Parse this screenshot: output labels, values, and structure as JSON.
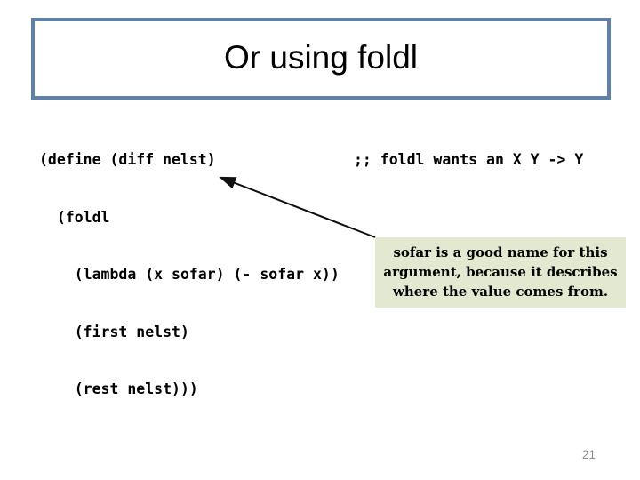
{
  "slide": {
    "title": "Or using foldl",
    "page_number": "21"
  },
  "code": {
    "lines": [
      "(define (diff nelst)",
      "  (foldl",
      "    (lambda (x sofar) (- sofar x))",
      "    (first nelst)",
      "    (rest nelst)))"
    ],
    "comment": ";; foldl wants an X Y -> Y"
  },
  "callout": {
    "lines": [
      "sofar is a good name for this",
      "argument, because it describes",
      "where the value comes from."
    ]
  },
  "colors": {
    "title_border": "#5e81a5",
    "callout_background": "#e3e8d0",
    "arrow": "#111111",
    "page_number": "#8c8c8c",
    "text": "#000000",
    "background": "#ffffff"
  }
}
